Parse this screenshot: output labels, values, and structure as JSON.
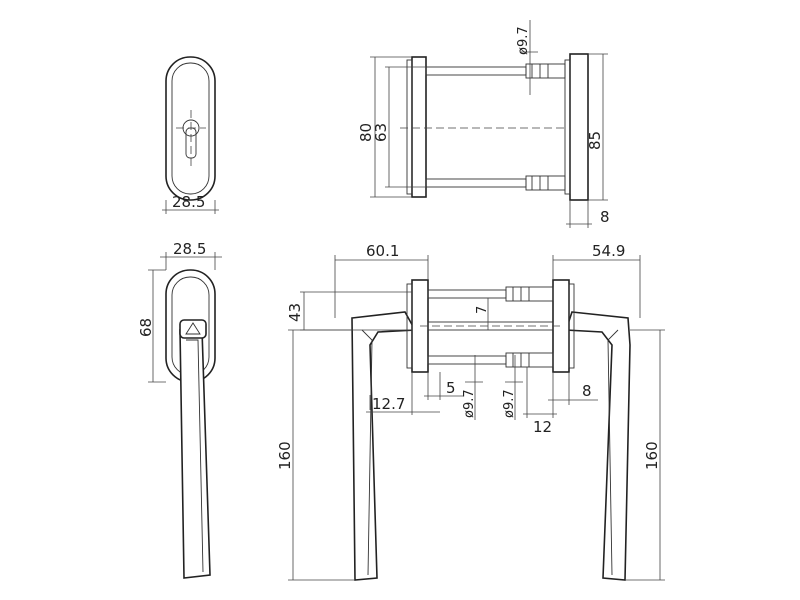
{
  "dimensions": {
    "escutcheon_width": "28.5",
    "rose_width": "28.5",
    "rose_height": "68",
    "spindle_dia_top": "ø9.7",
    "plate_height_outer": "80",
    "plate_spacing": "63",
    "plate_height_right": "85",
    "plate_depth": "8",
    "projection_left": "60.1",
    "projection_right": "54.9",
    "height_43": "43",
    "spindle_square": "7",
    "handle_length_left": "160",
    "handle_length_right": "160",
    "offset_5": "5",
    "offset_12_7": "12.7",
    "spindle_dia_left": "ø9.7",
    "spindle_dia_right": "ø9.7",
    "offset_8": "8",
    "offset_12": "12"
  }
}
